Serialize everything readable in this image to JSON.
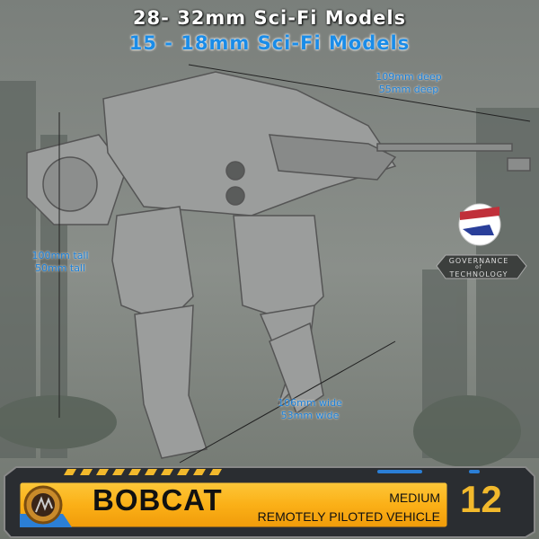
{
  "header": {
    "title_large": "28-  32mm Sci-Fi Models",
    "title_small": "15 - 18mm Sci-Fi Models"
  },
  "dimensions": {
    "depth": [
      "109mm deep",
      "55mm deep"
    ],
    "height": [
      "100mm tall",
      "50mm tall"
    ],
    "width": [
      "106mm wide",
      "53mm wide"
    ]
  },
  "brand": {
    "line1": "GOVERNANCE",
    "line2": "of",
    "line3": "TECHNOLOGY"
  },
  "banner": {
    "name": "BOBCAT",
    "weight_class": "MEDIUM",
    "type": "REMOTELY PILOTED VEHICLE",
    "number": "12"
  },
  "colors": {
    "accent_orange": "#fbb017",
    "dim_blue": "#1a7fd8"
  }
}
